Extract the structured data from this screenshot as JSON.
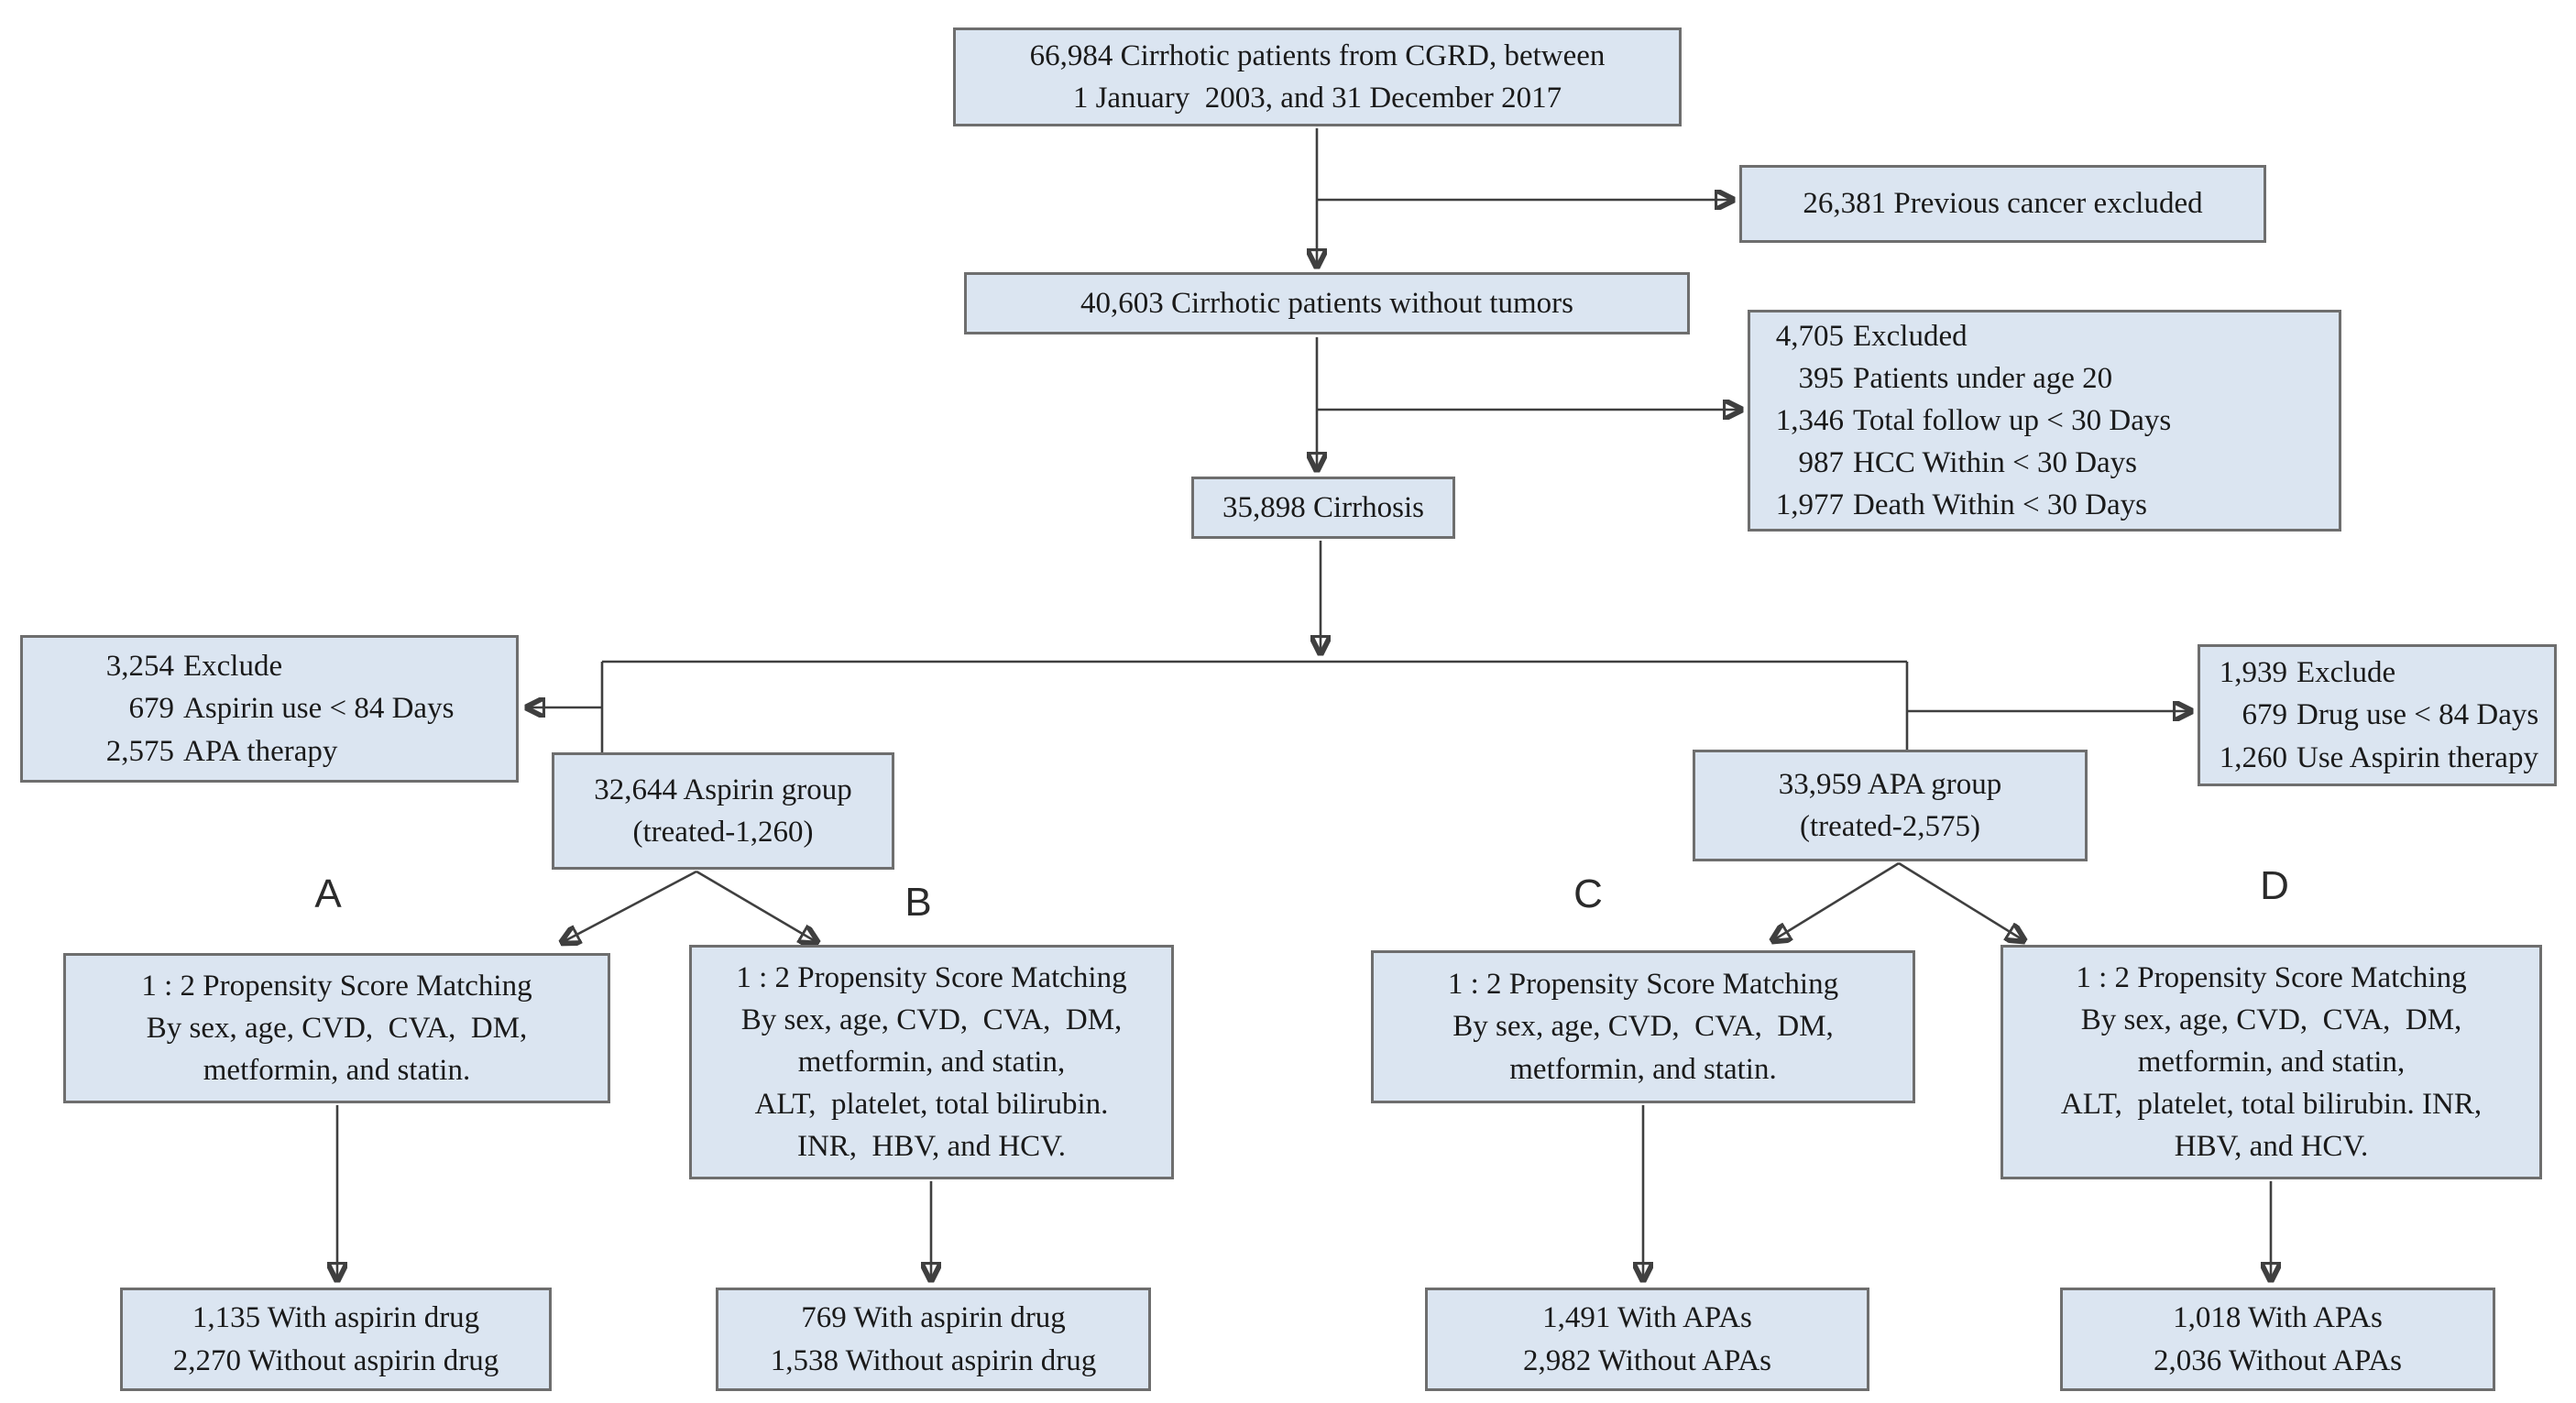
{
  "diagram": {
    "colors": {
      "box_fill": "#dbe5f1",
      "box_border": "#6e6e6e",
      "line": "#3f3f3f",
      "text": "#1a1a1a"
    },
    "labels": {
      "a": "A",
      "b": "B",
      "c": "C",
      "d": "D"
    },
    "boxes": {
      "cgrd": {
        "lines": [
          "66,984 Cirrhotic patients from CGRD, between",
          "1 January  2003, and 31 December 2017"
        ]
      },
      "prev_cancer": {
        "text": "26,381 Previous cancer excluded"
      },
      "no_tumors": {
        "text": "40,603 Cirrhotic patients without tumors"
      },
      "excluded_4705": {
        "rows": [
          {
            "num": "4,705",
            "text": "Excluded"
          },
          {
            "num": "395",
            "text": "Patients under age 20"
          },
          {
            "num": "1,346",
            "text": "Total follow up < 30 Days"
          },
          {
            "num": "987",
            "text": "HCC Within < 30 Days"
          },
          {
            "num": "1,977",
            "text": "Death Within < 30 Days"
          }
        ]
      },
      "cirrhosis": {
        "text": "35,898 Cirrhosis"
      },
      "exclude_left": {
        "rows": [
          {
            "num": "3,254",
            "text": "Exclude"
          },
          {
            "num": "679",
            "text": "Aspirin use < 84 Days"
          },
          {
            "num": "2,575",
            "text": "APA therapy"
          }
        ]
      },
      "exclude_right": {
        "rows": [
          {
            "num": "1,939",
            "text": "Exclude"
          },
          {
            "num": "679",
            "text": "Drug use < 84 Days"
          },
          {
            "num": "1,260",
            "text": "Use Aspirin therapy"
          }
        ]
      },
      "aspirin_group": {
        "lines": [
          "32,644 Aspirin group",
          "(treated-1,260)"
        ]
      },
      "apa_group": {
        "lines": [
          "33,959 APA group",
          "(treated-2,575)"
        ]
      },
      "psm_a": {
        "lines": [
          "1 : 2 Propensity Score Matching",
          "By sex, age, CVD,  CVA,  DM,",
          "metformin, and statin."
        ]
      },
      "psm_b": {
        "lines": [
          "1 : 2 Propensity Score Matching",
          "By sex, age, CVD,  CVA,  DM,",
          "metformin, and statin,",
          "ALT,  platelet, total bilirubin.",
          "INR,  HBV, and HCV."
        ]
      },
      "psm_c": {
        "lines": [
          "1 : 2 Propensity Score Matching",
          "By sex, age, CVD,  CVA,  DM,",
          "metformin, and statin."
        ]
      },
      "psm_d": {
        "lines": [
          "1 : 2 Propensity Score Matching",
          "By sex, age, CVD,  CVA,  DM,",
          "metformin, and statin,",
          "ALT,  platelet, total bilirubin. INR,",
          "HBV, and HCV."
        ]
      },
      "cohort_a": {
        "lines": [
          "1,135 With aspirin drug",
          "2,270 Without aspirin drug"
        ]
      },
      "cohort_b": {
        "lines": [
          "769 With aspirin drug",
          "1,538 Without aspirin drug"
        ]
      },
      "cohort_c": {
        "lines": [
          "1,491 With APAs",
          "2,982 Without APAs"
        ]
      },
      "cohort_d": {
        "lines": [
          "1,018 With APAs",
          "2,036 Without APAs"
        ]
      }
    }
  }
}
